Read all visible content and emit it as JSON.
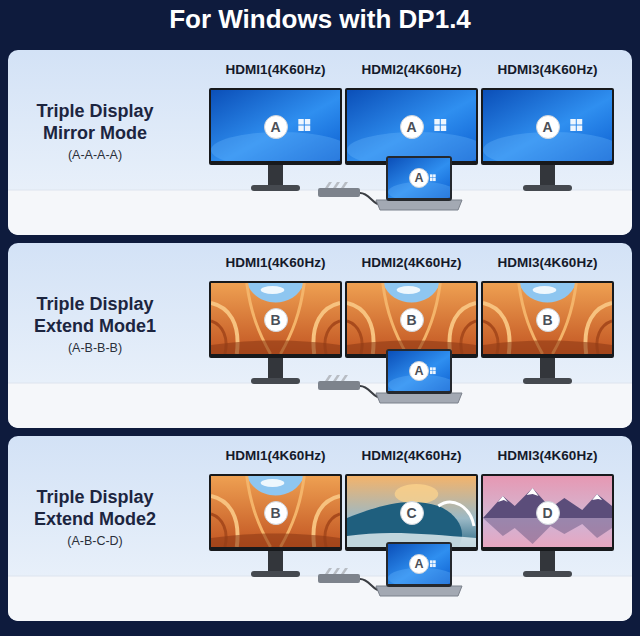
{
  "diagram": {
    "title": "For Windows with DP1.4",
    "nodes": [
      {
        "text": [
          "Triple Display Mirror Mode",
          "(A-A-A-A)"
        ]
      },
      {
        "text": [
          "HDMI1(4K60Hz)"
        ],
        "in": 0
      },
      {
        "text": [
          "A"
        ],
        "in": 1
      },
      {
        "text": [
          "HDMI2(4K60Hz)"
        ],
        "in": 0
      },
      {
        "text": [
          "A"
        ],
        "in": 3
      },
      {
        "text": [
          "HDMI3(4K60Hz)"
        ],
        "in": 0
      },
      {
        "text": [
          "A"
        ],
        "in": 5
      },
      {
        "text": [
          "A"
        ],
        "in": 0
      },
      {
        "text": [
          "Triple Display Extend Mode1",
          "(A-B-B-B)"
        ]
      },
      {
        "text": [
          "HDMI1(4K60Hz)"
        ],
        "in": 8
      },
      {
        "text": [
          "B"
        ],
        "in": 9
      },
      {
        "text": [
          "HDMI2(4K60Hz)"
        ],
        "in": 8
      },
      {
        "text": [
          "B"
        ],
        "in": 11
      },
      {
        "text": [
          "HDMI3(4K60Hz)"
        ],
        "in": 8
      },
      {
        "text": [
          "B"
        ],
        "in": 13
      },
      {
        "text": [
          "A"
        ],
        "in": 8
      },
      {
        "text": [
          "Triple Display Extend Mode2",
          "(A-B-C-D)"
        ]
      },
      {
        "text": [
          "HDMI1(4K60Hz)"
        ],
        "in": 16
      },
      {
        "text": [
          "B"
        ],
        "in": 17
      },
      {
        "text": [
          "HDMI2(4K60Hz)"
        ],
        "in": 16
      },
      {
        "text": [
          "C"
        ],
        "in": 19
      },
      {
        "text": [
          "HDMI3(4K60Hz)"
        ],
        "in": 16
      },
      {
        "text": [
          "D"
        ],
        "in": 21
      },
      {
        "text": [
          "A"
        ],
        "in": 16
      }
    ]
  }
}
